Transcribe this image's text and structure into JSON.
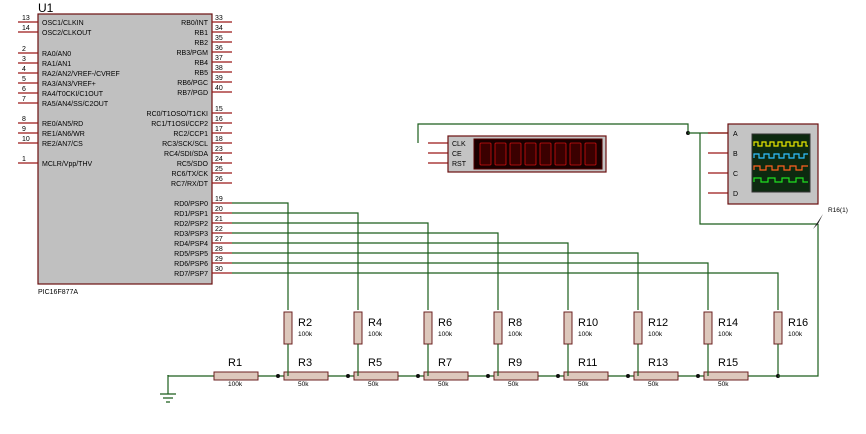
{
  "mcu": {
    "ref": "U1",
    "part": "PIC16F877A",
    "left_pins": [
      {
        "num": "13",
        "name": "OSC1/CLKIN"
      },
      {
        "num": "14",
        "name": "OSC2/CLKOUT"
      },
      {
        "num": "2",
        "name": "RA0/AN0"
      },
      {
        "num": "3",
        "name": "RA1/AN1"
      },
      {
        "num": "4",
        "name": "RA2/AN2/VREF-/CVREF"
      },
      {
        "num": "5",
        "name": "RA3/AN3/VREF+"
      },
      {
        "num": "6",
        "name": "RA4/T0CKI/C1OUT"
      },
      {
        "num": "7",
        "name": "RA5/AN4/SS/C2OUT"
      },
      {
        "num": "8",
        "name": "RE0/AN5/RD"
      },
      {
        "num": "9",
        "name": "RE1/AN6/WR"
      },
      {
        "num": "10",
        "name": "RE2/AN7/CS"
      },
      {
        "num": "1",
        "name": "MCLR/Vpp/THV"
      }
    ],
    "right_pins": [
      {
        "num": "33",
        "name": "RB0/INT"
      },
      {
        "num": "34",
        "name": "RB1"
      },
      {
        "num": "35",
        "name": "RB2"
      },
      {
        "num": "36",
        "name": "RB3/PGM"
      },
      {
        "num": "37",
        "name": "RB4"
      },
      {
        "num": "38",
        "name": "RB5"
      },
      {
        "num": "39",
        "name": "RB6/PGC"
      },
      {
        "num": "40",
        "name": "RB7/PGD"
      },
      {
        "num": "15",
        "name": "RC0/T1OSO/T1CKI"
      },
      {
        "num": "16",
        "name": "RC1/T1OSI/CCP2"
      },
      {
        "num": "17",
        "name": "RC2/CCP1"
      },
      {
        "num": "18",
        "name": "RC3/SCK/SCL"
      },
      {
        "num": "23",
        "name": "RC4/SDI/SDA"
      },
      {
        "num": "24",
        "name": "RC5/SDO"
      },
      {
        "num": "25",
        "name": "RC6/TX/CK"
      },
      {
        "num": "26",
        "name": "RC7/RX/DT"
      },
      {
        "num": "19",
        "name": "RD0/PSP0"
      },
      {
        "num": "20",
        "name": "RD1/PSP1"
      },
      {
        "num": "21",
        "name": "RD2/PSP2"
      },
      {
        "num": "22",
        "name": "RD3/PSP3"
      },
      {
        "num": "27",
        "name": "RD4/PSP4"
      },
      {
        "num": "28",
        "name": "RD5/PSP5"
      },
      {
        "num": "29",
        "name": "RD6/PSP6"
      },
      {
        "num": "30",
        "name": "RD7/PSP7"
      }
    ]
  },
  "counter": {
    "pins": [
      "CLK",
      "CE",
      "RST"
    ]
  },
  "scope": {
    "channels": [
      "A",
      "B",
      "C",
      "D"
    ],
    "trace_colors": [
      "#e8e800",
      "#30c0ff",
      "#ff6020",
      "#20e020"
    ]
  },
  "probe": {
    "label": "R16(1)"
  },
  "resistors": {
    "series": [
      {
        "ref": "R1",
        "value": "100k"
      },
      {
        "ref": "R3",
        "value": "50k"
      },
      {
        "ref": "R5",
        "value": "50k"
      },
      {
        "ref": "R7",
        "value": "50k"
      },
      {
        "ref": "R9",
        "value": "50k"
      },
      {
        "ref": "R11",
        "value": "50k"
      },
      {
        "ref": "R13",
        "value": "50k"
      },
      {
        "ref": "R15",
        "value": "50k"
      }
    ],
    "shunt": [
      {
        "ref": "R2",
        "value": "100k"
      },
      {
        "ref": "R4",
        "value": "100k"
      },
      {
        "ref": "R6",
        "value": "100k"
      },
      {
        "ref": "R8",
        "value": "100k"
      },
      {
        "ref": "R10",
        "value": "100k"
      },
      {
        "ref": "R12",
        "value": "100k"
      },
      {
        "ref": "R14",
        "value": "100k"
      },
      {
        "ref": "R16",
        "value": "100k"
      }
    ]
  }
}
